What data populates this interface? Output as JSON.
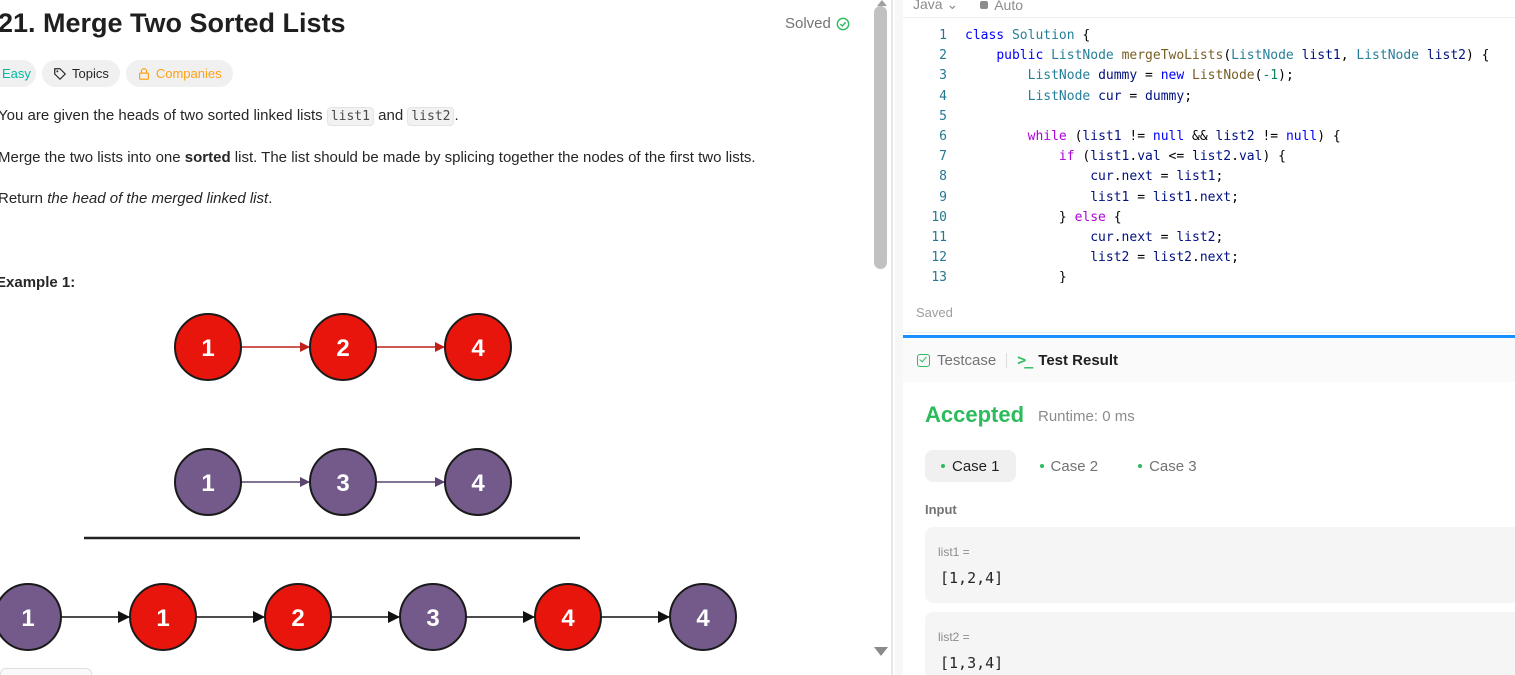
{
  "problem": {
    "title": "21. Merge Two Sorted Lists",
    "solved_label": "Solved",
    "tags": {
      "difficulty": "Easy",
      "topics": "Topics",
      "companies": "Companies"
    },
    "desc1_pre": "You are given the heads of two sorted linked lists ",
    "desc1_code1": "list1",
    "desc1_mid": " and ",
    "desc1_code2": "list2",
    "desc1_post": ".",
    "desc2_pre": "Merge the two lists into one ",
    "desc2_bold": "sorted",
    "desc2_post": " list. The list should be made by splicing together the nodes of the first two lists.",
    "desc3_pre": "Return ",
    "desc3_italic": "the head of the merged linked list",
    "desc3_post": ".",
    "example_heading": "Example 1:",
    "diagram": {
      "list1": [
        "1",
        "2",
        "4"
      ],
      "list2": [
        "1",
        "3",
        "4"
      ],
      "merged": [
        "1",
        "1",
        "2",
        "3",
        "4",
        "4"
      ],
      "colors": {
        "red": "#e8150d",
        "purple": "#735a8a",
        "red_arrow": "#c0201a",
        "purple_arrow": "#5a4470"
      }
    }
  },
  "editor": {
    "language": "Java",
    "mode": "Auto",
    "status": "Saved",
    "lines": [
      {
        "n": "1"
      },
      {
        "n": "2"
      },
      {
        "n": "3"
      },
      {
        "n": "4"
      },
      {
        "n": "5"
      },
      {
        "n": "6"
      },
      {
        "n": "7"
      },
      {
        "n": "8"
      },
      {
        "n": "9"
      },
      {
        "n": "10"
      },
      {
        "n": "11"
      },
      {
        "n": "12"
      },
      {
        "n": "13"
      }
    ]
  },
  "result": {
    "tab_testcase": "Testcase",
    "tab_result": "Test Result",
    "status": "Accepted",
    "runtime": "Runtime: 0 ms",
    "cases": [
      "Case 1",
      "Case 2",
      "Case 3"
    ],
    "input_label": "Input",
    "vars": [
      {
        "name": "list1 =",
        "value": "[1,2,4]"
      },
      {
        "name": "list2 =",
        "value": "[1,3,4]"
      }
    ],
    "accent_green": "#2cbb5d"
  }
}
